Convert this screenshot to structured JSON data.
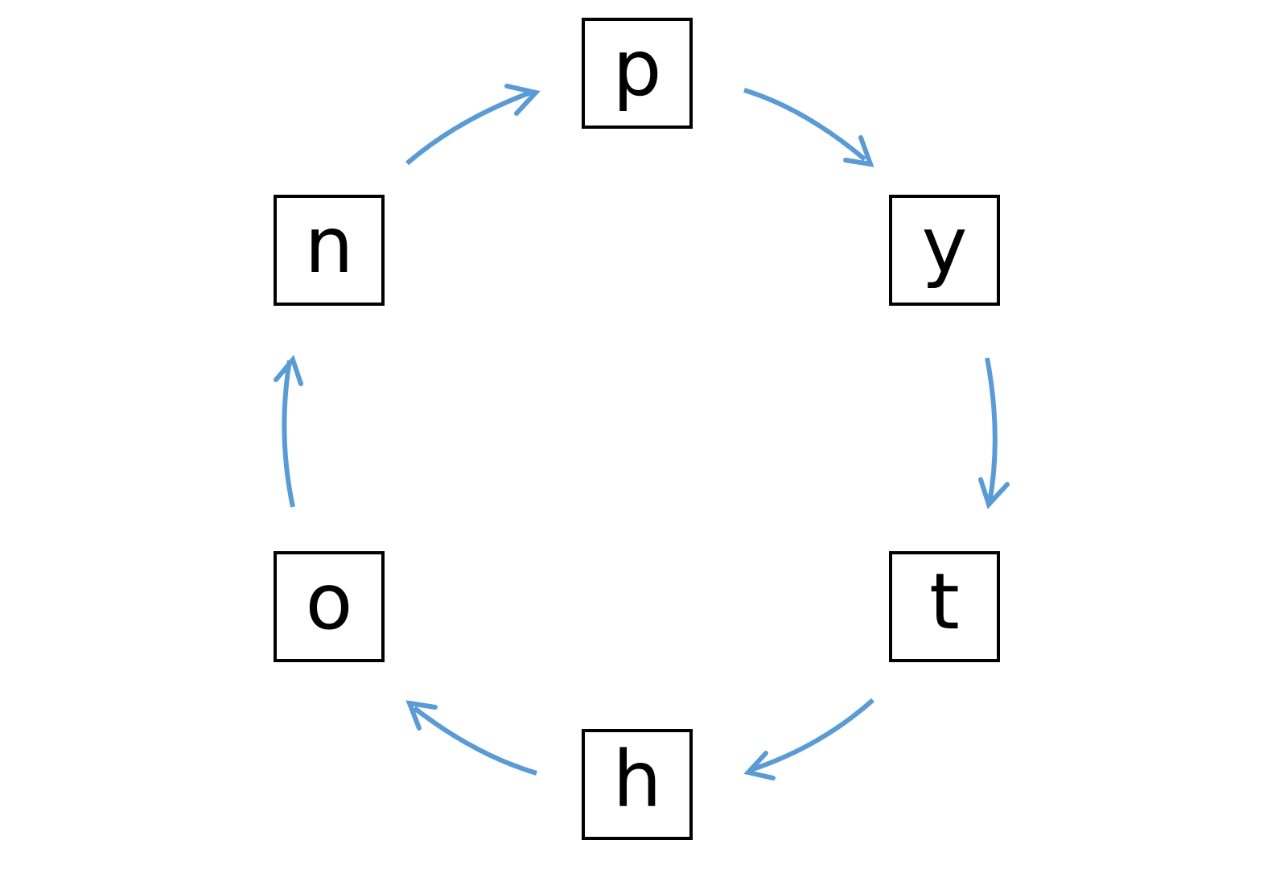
{
  "diagram": {
    "type": "cycle",
    "nodes": [
      {
        "id": "p",
        "label": "p"
      },
      {
        "id": "y",
        "label": "y"
      },
      {
        "id": "t",
        "label": "t"
      },
      {
        "id": "h",
        "label": "h"
      },
      {
        "id": "o",
        "label": "o"
      },
      {
        "id": "n",
        "label": "n"
      }
    ],
    "edges": [
      {
        "from": "p",
        "to": "y"
      },
      {
        "from": "y",
        "to": "t"
      },
      {
        "from": "t",
        "to": "h"
      },
      {
        "from": "h",
        "to": "o"
      },
      {
        "from": "o",
        "to": "n"
      },
      {
        "from": "n",
        "to": "p"
      }
    ],
    "colors": {
      "arrow": "#5b9bd5",
      "box_border": "#000000",
      "text": "#000000",
      "background": "#ffffff"
    }
  }
}
